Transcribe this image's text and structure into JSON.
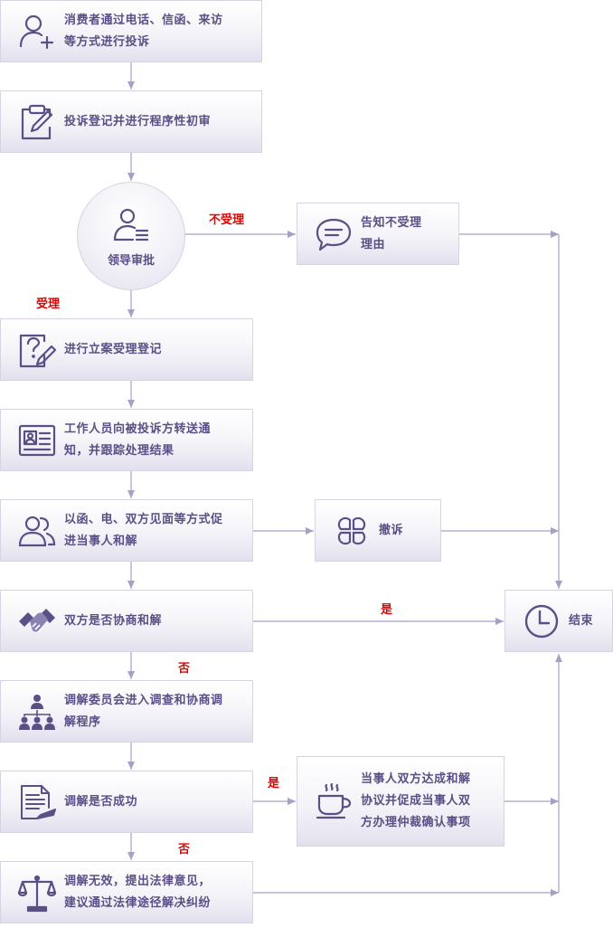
{
  "nodes": {
    "complaint": {
      "lines": [
        "消费者通过电话、信函、来访",
        "等方式进行投诉"
      ],
      "icon": "user-add-icon"
    },
    "register": {
      "lines": [
        "投诉登记并进行程序性初审"
      ],
      "icon": "clipboard-edit-icon"
    },
    "leader": {
      "lines": [
        "领导审批"
      ],
      "icon": "user-list-icon"
    },
    "reject_notice": {
      "lines": [
        "告知不受理",
        "理由"
      ],
      "icon": "speech-bubble-icon"
    },
    "filing": {
      "lines": [
        "进行立案受理登记"
      ],
      "icon": "question-edit-icon"
    },
    "notify": {
      "lines": [
        "工作人员向被投诉方转送通",
        "知，并跟踪处理结果"
      ],
      "icon": "id-card-icon"
    },
    "mediate": {
      "lines": [
        "以函、电、双方见面等方式促",
        "进当事人和解"
      ],
      "icon": "users-icon"
    },
    "withdraw": {
      "lines": [
        "撤诉"
      ],
      "icon": "clover-icon"
    },
    "negotiate": {
      "lines": [
        "双方是否协商和解"
      ],
      "icon": "handshake-icon"
    },
    "end": {
      "lines": [
        "结束"
      ],
      "icon": "clock-icon"
    },
    "committee": {
      "lines": [
        "调解委员会进入调查和协商调",
        "解程序"
      ],
      "icon": "org-chart-icon"
    },
    "success_check": {
      "lines": [
        "调解是否成功"
      ],
      "icon": "document-pen-icon"
    },
    "agreement": {
      "lines": [
        "当事人双方达成和解",
        "协议并促成当事人双",
        "方办理仲裁确认事项"
      ],
      "icon": "coffee-cup-icon"
    },
    "invalid": {
      "lines": [
        "调解无效，提出法律意见，",
        "建议通过法律途径解决纠纷"
      ],
      "icon": "scales-icon"
    }
  },
  "labels": {
    "not_accepted": "不受理",
    "accepted": "受理",
    "yes_1": "是",
    "no_1": "否",
    "yes_2": "是",
    "no_2": "否"
  },
  "colors": {
    "icon": "#5b4f86",
    "arrow": "#a7a0c6",
    "label": "#e60000"
  }
}
